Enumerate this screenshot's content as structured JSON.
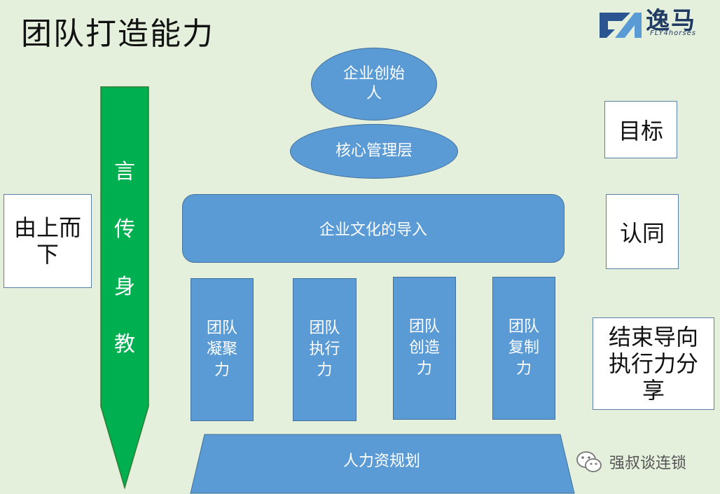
{
  "title": "团队打造能力",
  "logo": {
    "cn": "逸马",
    "en": "FLY4horses"
  },
  "left_arrow": {
    "chars": [
      "言",
      "传",
      "身",
      "教"
    ]
  },
  "left_box": {
    "text": "由上而\n下"
  },
  "founder": {
    "text": "企业创始\n人"
  },
  "core_mgmt": {
    "text": "核心管理层"
  },
  "culture": {
    "text": "企业文化的导入"
  },
  "pillars": [
    {
      "text": "团队\n凝聚\n力"
    },
    {
      "text": "团队\n执行\n力"
    },
    {
      "text": "团队\n创造\n力"
    },
    {
      "text": "团队\n复制\n力"
    }
  ],
  "base": {
    "text": "人力资规划"
  },
  "right_boxes": [
    {
      "text": "目标"
    },
    {
      "text": "认同"
    },
    {
      "text": "结束导向\n执行力分\n享"
    }
  ],
  "watermark": {
    "text": "强叔谈连锁"
  },
  "colors": {
    "background": "#e4efdc",
    "blue": "#5b9bd5",
    "green_arrow": "#00b050"
  }
}
